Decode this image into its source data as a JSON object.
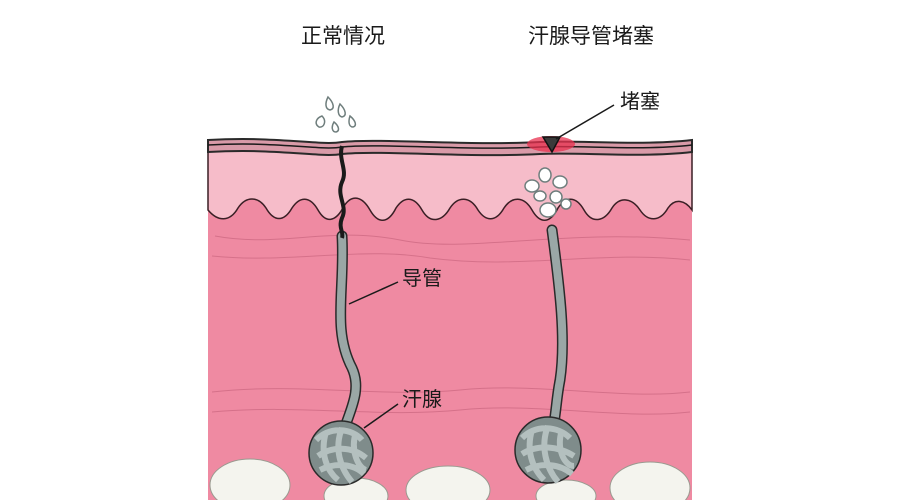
{
  "headings": {
    "normal": "正常情况",
    "blocked": "汗腺导管堵塞"
  },
  "labels": {
    "blockage": "堵塞",
    "duct": "导管",
    "gland": "汗腺"
  },
  "colors": {
    "background": "#ffffff",
    "epidermis_light": "#f6bcc9",
    "dermis": "#ef8aa2",
    "duct_gray": "#9aa7a6",
    "outline": "#2a2a2a",
    "blockage_red": "#e8304f",
    "fat_cells": "#f4f4ee"
  }
}
